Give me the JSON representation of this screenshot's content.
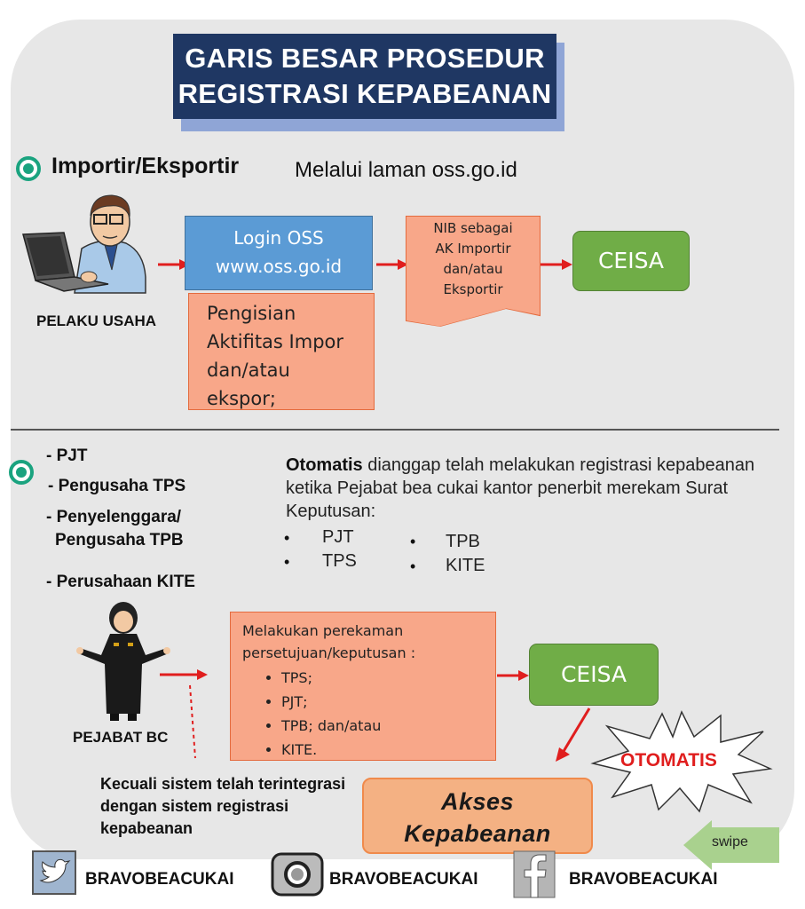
{
  "title": {
    "line1": "GARIS BESAR PROSEDUR",
    "line2": "REGISTRASI KEPABEANAN"
  },
  "section1": {
    "heading": "Importir/Eksportir",
    "subheading": "Melalui laman oss.go.id",
    "actor_label": "PELAKU USAHA",
    "login_line1": "Login OSS",
    "login_line2": "www.oss.go.id",
    "fill_lines": [
      "Pengisian",
      "Aktifitas Impor",
      "dan/atau",
      "ekspor;"
    ],
    "nib_lines": [
      "NIB sebagai",
      "AK Importir",
      "dan/atau",
      "Eksportir"
    ],
    "ceisa": "CEISA"
  },
  "section2": {
    "left_list": [
      "- PJT",
      "- Pengusaha TPS",
      "- Penyelenggara/",
      "Pengusaha TPB",
      "- Perusahaan KITE"
    ],
    "auto_bold": "Otomatis",
    "auto_rest": " dianggap telah melakukan registrasi kepabeanan ketika Pejabat bea cukai kantor penerbit merekam Surat Keputusan:",
    "bullets_col1": [
      "PJT",
      "TPS"
    ],
    "bullets_col2": [
      "TPB",
      "KITE"
    ],
    "bullet_char": "•",
    "record_title": "Melakukan perekaman persetujuan/keputusan :",
    "record_items": [
      "TPS;",
      "PJT;",
      "TPB; dan/atau",
      "KITE."
    ],
    "ceisa": "CEISA",
    "actor_label": "PEJABAT BC",
    "otomatis_burst": "OTOMATIS",
    "exception_text": "Kecuali sistem telah terintegrasi dengan sistem registrasi kepabeanan",
    "akses_line1": "Akses",
    "akses_line2": "Kepabeanan"
  },
  "footer": {
    "twitter_handle": "BRAVOBEACUKAI",
    "instagram_handle": "BRAVOBEACUKAI",
    "facebook_handle": "BRAVOBEACUKAI",
    "swipe": "swipe"
  },
  "colors": {
    "navy": "#1f3763",
    "blue_box": "#5b9bd5",
    "orange_box": "#f8a789",
    "green_box": "#70ad47",
    "arrow_red": "#e01e1e",
    "teal_bullet": "#1aa37f"
  }
}
